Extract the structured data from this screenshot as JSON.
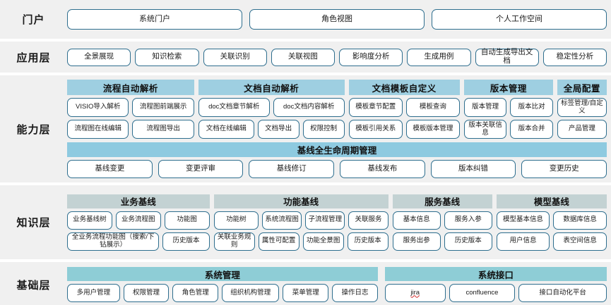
{
  "layers": [
    {
      "label": "门户",
      "items": [
        "系统门户",
        "角色视图",
        "个人工作空间"
      ]
    },
    {
      "label": "应用层",
      "items": [
        "全景展现",
        "知识检索",
        "关联识别",
        "关联视图",
        "影响度分析",
        "生成用例",
        "自动生成导出文档",
        "稳定性分析"
      ]
    },
    {
      "label": "能力层",
      "groups": [
        {
          "title": "流程自动解析",
          "flex": 200,
          "rows": [
            [
              "VISIO导入解析",
              "流程图前端展示"
            ],
            [
              "流程图在线编辑",
              "流程图导出"
            ]
          ]
        },
        {
          "title": "文档自动解析",
          "flex": 230,
          "rows": [
            [
              "doc文档章节解析",
              "doc文档内容解析"
            ],
            [
              "文档在线编辑",
              "文档导出",
              "权限控制"
            ]
          ]
        },
        {
          "title": "文档模板自定义",
          "flex": 175,
          "rows": [
            [
              "模板章节配置",
              "模板查询"
            ],
            [
              "模板引用关系",
              "模板版本管理"
            ]
          ]
        },
        {
          "title": "版本管理",
          "flex": 140,
          "rows": [
            [
              "版本管理",
              "版本比对"
            ],
            [
              "版本关联信息",
              "版本合并"
            ]
          ]
        },
        {
          "title": "全局配置",
          "flex": 78,
          "rows": [
            [
              "标签管理/自定义"
            ],
            [
              "产品管理"
            ]
          ]
        }
      ],
      "baseline": {
        "title": "基线全生命周期管理",
        "items": [
          "基线变更",
          "变更评审",
          "基线修订",
          "基线发布",
          "版本纠错",
          "变更历史"
        ]
      }
    },
    {
      "label": "知识层",
      "groups": [
        {
          "title": "业务基线",
          "flex": 200,
          "rows": [
            [
              "业务基线树",
              "业务流程图",
              "功能图"
            ],
            [
              "全业务流程功能图（搜索/下钻展示）",
              "历史版本"
            ]
          ]
        },
        {
          "title": "功能基线",
          "flex": 245,
          "rows": [
            [
              "功能树",
              "系统流程图",
              "子流程管理",
              "关联服务"
            ],
            [
              "关联业务规则",
              "属性可配置",
              "功能全景图",
              "历史版本"
            ]
          ]
        },
        {
          "title": "服务基线",
          "flex": 140,
          "rows": [
            [
              "基本信息",
              "服务入参"
            ],
            [
              "服务出参",
              "历史版本"
            ]
          ]
        },
        {
          "title": "模型基线",
          "flex": 155,
          "rows": [
            [
              "模型基本信息",
              "数据库信息"
            ],
            [
              "用户信息",
              "表空间信息"
            ]
          ]
        }
      ]
    },
    {
      "label": "基础层",
      "groups": [
        {
          "title": "系统管理",
          "flex": 420,
          "rows": [
            [
              "多用户管理",
              "权限管理",
              "角色管理",
              "组织机构管理",
              "菜单管理",
              "操作日志"
            ]
          ]
        },
        {
          "title": "系统接口",
          "flex": 300,
          "rows": [
            [
              "jira",
              "confluence",
              "接口自动化平台"
            ]
          ]
        }
      ]
    }
  ],
  "colors": {
    "band_bg": "#f0f0f0",
    "pill_border": "#2e6e8e",
    "capability_header": "#9ecfe1",
    "baseline_header": "#8ecae0",
    "knowledge_header": "#c3d2d3",
    "foundation_header": "#8ecdd6",
    "page_bg": "#ffffff"
  },
  "misspelled_terms": [
    "jira"
  ]
}
